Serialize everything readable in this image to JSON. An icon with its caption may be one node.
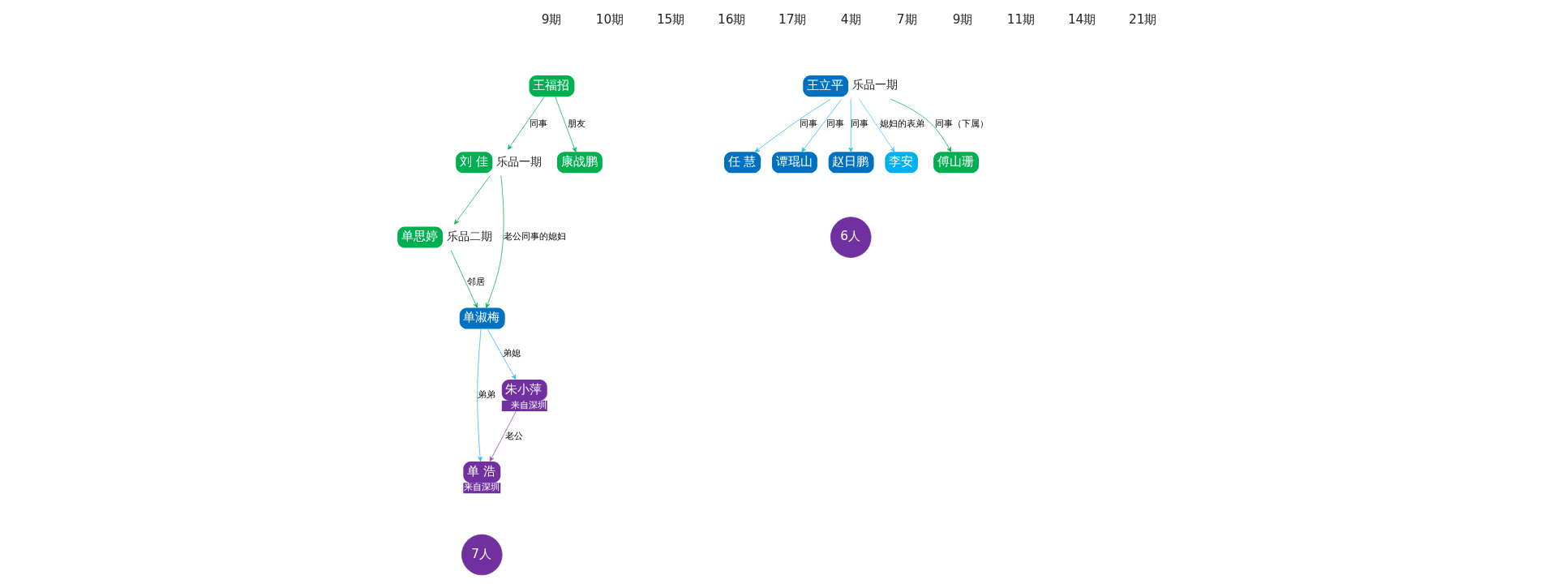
{
  "diagram": {
    "nodes": [
      {
        "text": [
          "王福招"
        ]
      },
      {
        "text": [
          "刘 佳"
        ],
        "beside": [
          "乐品一期"
        ]
      },
      {
        "text": [
          "单思婷"
        ],
        "beside": [
          "乐品二期"
        ]
      },
      {
        "text": [
          "单淑梅"
        ]
      },
      {
        "text": [
          "康战鹏"
        ]
      },
      {
        "text": [
          "单 浩"
        ],
        "beside": [
          "来自深圳"
        ]
      },
      {
        "text": [
          "朱小萍"
        ],
        "beside": [
          "来自深圳"
        ]
      },
      {
        "text": [
          "7人"
        ]
      },
      {
        "text": [
          "王立平"
        ],
        "beside": [
          "乐品一期"
        ]
      },
      {
        "text": [
          "任 慧"
        ]
      },
      {
        "text": [
          "谭琨山"
        ]
      },
      {
        "text": [
          "赵日鹏"
        ]
      },
      {
        "text": [
          "李安"
        ]
      },
      {
        "text": [
          "傅山珊"
        ]
      },
      {
        "text": [
          "6人"
        ]
      }
    ],
    "edges": [
      {
        "from": 0,
        "to": 1,
        "arrow": "to",
        "label": "同事"
      },
      {
        "from": 0,
        "to": 4,
        "arrow": "to",
        "label": "朋友"
      },
      {
        "from": 1,
        "to": 2,
        "arrow": "to"
      },
      {
        "from": 1,
        "to": 3,
        "arrow": "to",
        "label": "老公同事的媳妇"
      },
      {
        "from": 2,
        "to": 3,
        "arrow": "to",
        "label": "邻居"
      },
      {
        "from": 3,
        "to": 5,
        "arrow": "to",
        "label": "弟弟",
        "color": "#29b6f6"
      },
      {
        "from": 3,
        "to": 6,
        "arrow": "to",
        "label": "弟媳",
        "color": "#29b6f6"
      },
      {
        "from": 6,
        "to": 5,
        "arrow": "to",
        "label": "老公",
        "color": "#8e44ad"
      },
      {
        "from": 8,
        "to": 9,
        "arrow": "to",
        "label": "同事",
        "color": "#29b6f6"
      },
      {
        "from": 8,
        "to": 10,
        "arrow": "to",
        "label": "同事",
        "color": "#29b6f6"
      },
      {
        "from": 8,
        "to": 11,
        "arrow": "to",
        "label": "同事",
        "color": "#29b6f6"
      },
      {
        "from": 8,
        "to": 12,
        "arrow": "to",
        "label": "媳妇的表弟",
        "color": "#4fc3f7"
      },
      {
        "from": 8,
        "to": 13,
        "arrow": "to",
        "label": "同事（下属）"
      }
    ],
    "labels": [
      "9期",
      "10期",
      "15期",
      "16期",
      "17期",
      "4期",
      "7期",
      "9期",
      "11期",
      "14期",
      "21期"
    ]
  }
}
